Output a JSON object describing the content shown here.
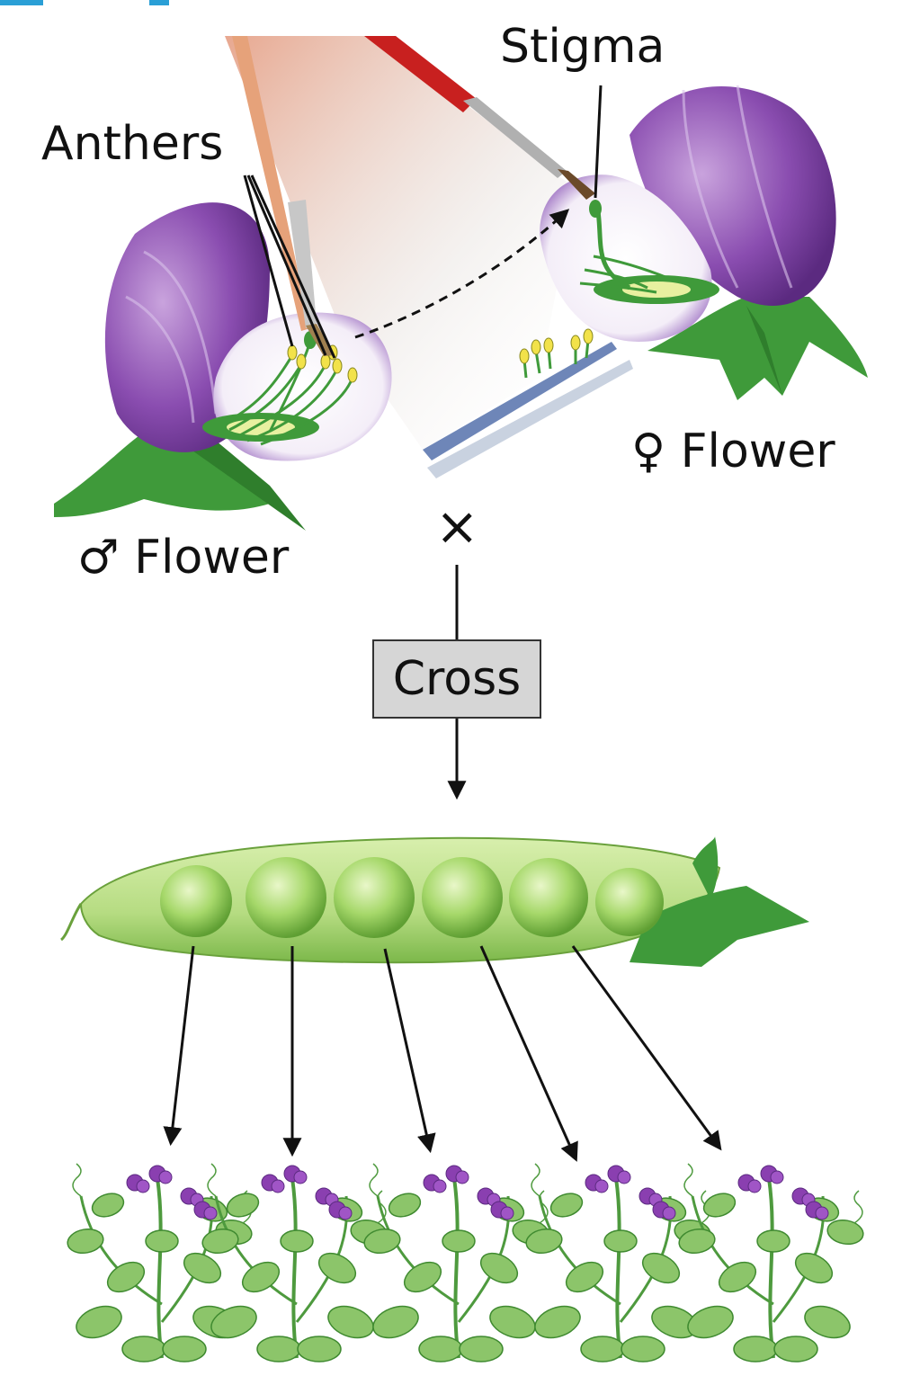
{
  "labels": {
    "anthers": "Anthers",
    "stigma": "Stigma",
    "female_flower": "♀ Flower",
    "male_flower": "♂ Flower",
    "cross_symbol": "×",
    "cross_box": "Cross"
  },
  "colors": {
    "petal_purple": "#8a4db0",
    "leaf_green": "#3f9a3a",
    "pea_green": "#a6d86a",
    "pod_green": "#c9e79a",
    "box_gray": "#d6d6d6",
    "brush_red": "#c8201f"
  },
  "offspring_plant_count": 5,
  "seed_count": 6
}
